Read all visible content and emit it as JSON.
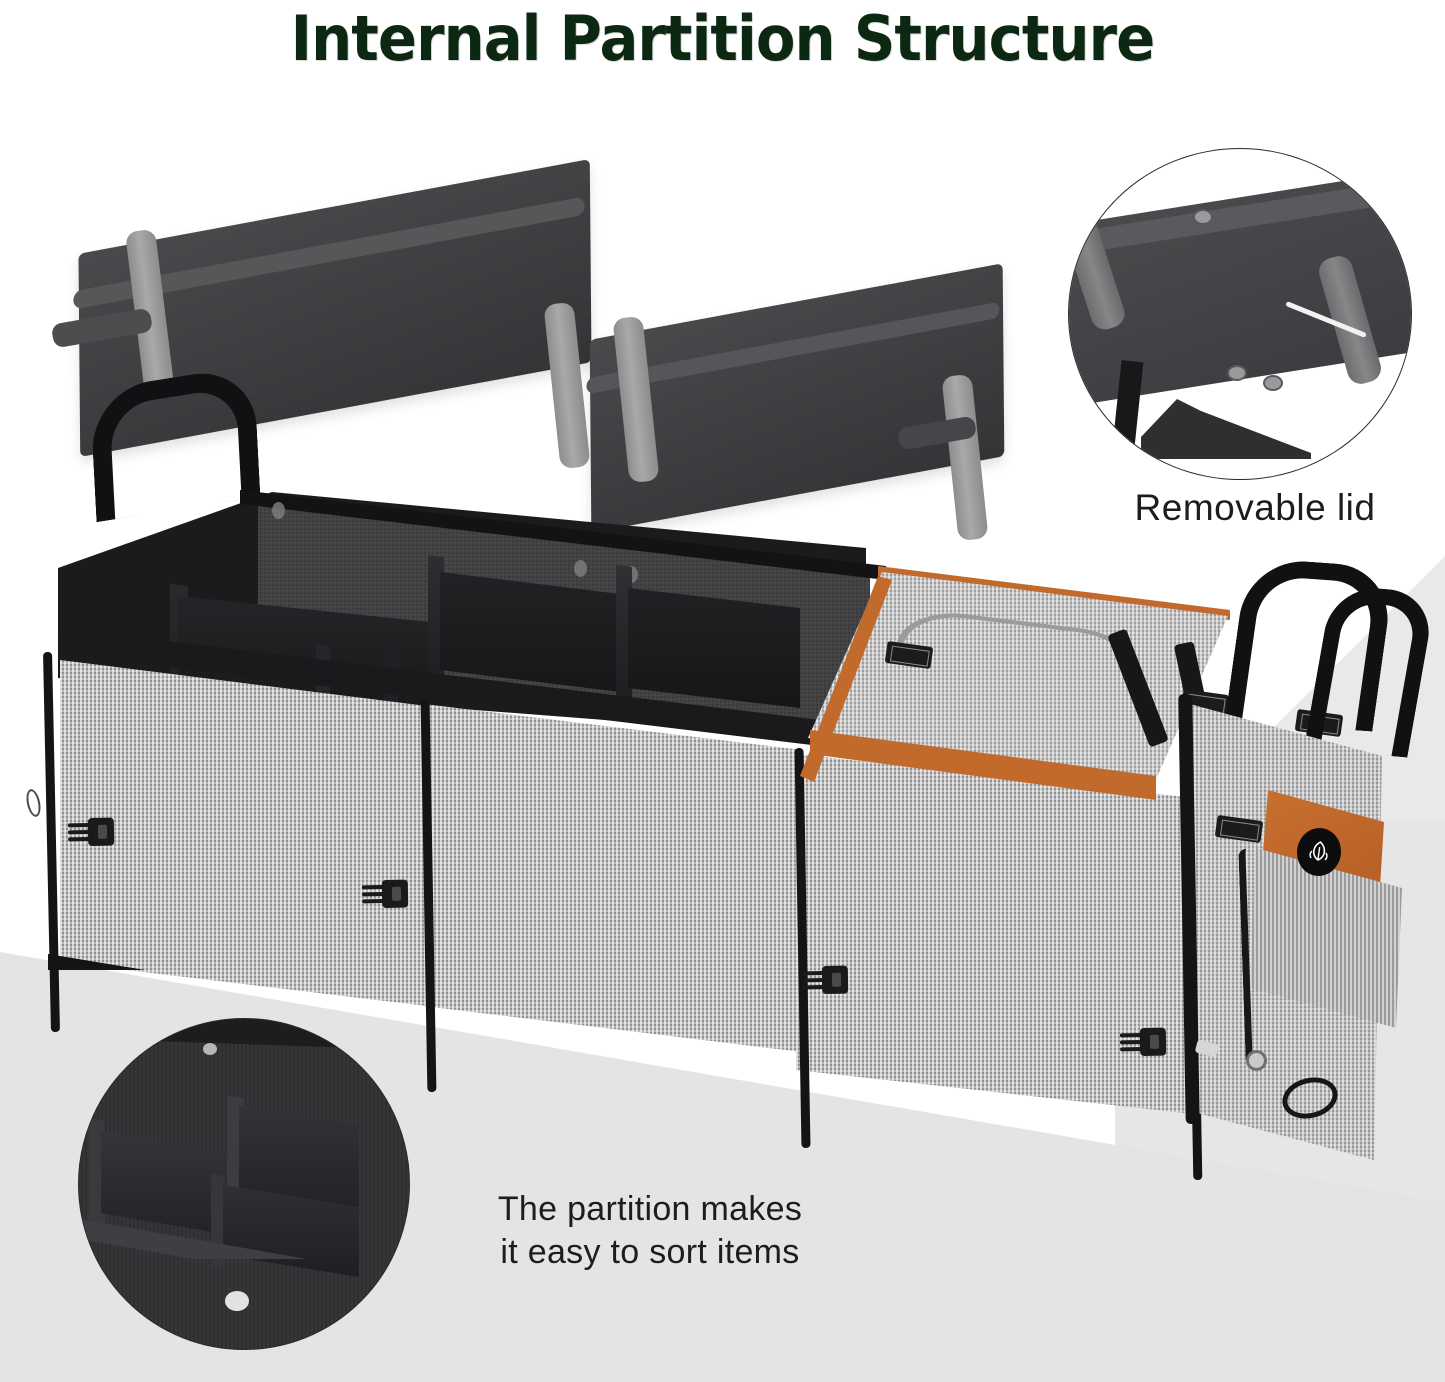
{
  "page": {
    "title": "Internal Partition Structure",
    "background_color": "#ffffff",
    "title_color": "#0d2812",
    "accent_color": "#c2692c",
    "fabric_color": "#a7a7a9",
    "interior_color": "#1b1b1d"
  },
  "callouts": [
    {
      "id": "removable-lid",
      "label": "Removable lid",
      "position": "top-right"
    },
    {
      "id": "partition",
      "label_line_1": "The partition makes",
      "label_line_2": "it easy to sort items",
      "position": "bottom-left"
    }
  ],
  "product": {
    "name": "car-trunk-organizer",
    "lid": {
      "panels": 2,
      "straps": 4,
      "color": "#42424 5"
    },
    "body": {
      "sections": 3,
      "buckles": 4,
      "handles": 3,
      "snaps": 3
    },
    "cooler": {
      "trim_color": "#c2692c",
      "handle": "top-carry-handle"
    },
    "pocket": {
      "material": "leather",
      "badge": "brand-logo"
    }
  },
  "icons": {
    "buckle": "side-release-buckle-icon",
    "badge": "brand-logo-icon",
    "grommet": "grommet-icon",
    "zipper": "zipper-pull-icon",
    "rivet": "rivet-icon",
    "d_ring": "d-ring-icon"
  }
}
